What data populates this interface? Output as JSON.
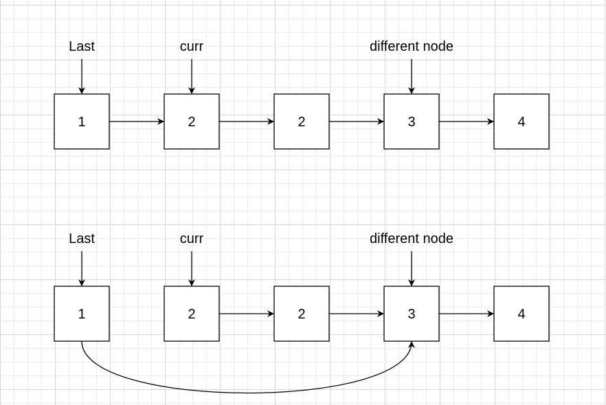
{
  "colors": {
    "background": "#ffffff",
    "grid_minor": "#ececec",
    "grid_major": "#d6d6d6",
    "stroke": "#000000"
  },
  "diagrams": [
    {
      "nodes": [
        "1",
        "2",
        "2",
        "3",
        "4"
      ],
      "pointers": [
        {
          "label": "Last",
          "target": 0
        },
        {
          "label": "curr",
          "target": 1
        },
        {
          "label": "different node",
          "target": 3
        }
      ],
      "links": [
        [
          0,
          1
        ],
        [
          1,
          2
        ],
        [
          2,
          3
        ],
        [
          3,
          4
        ]
      ],
      "curved_links": []
    },
    {
      "nodes": [
        "1",
        "2",
        "2",
        "3",
        "4"
      ],
      "pointers": [
        {
          "label": "Last",
          "target": 0
        },
        {
          "label": "curr",
          "target": 1
        },
        {
          "label": "different node",
          "target": 3
        }
      ],
      "links": [
        [
          1,
          2
        ],
        [
          2,
          3
        ],
        [
          3,
          4
        ]
      ],
      "curved_links": [
        [
          0,
          3
        ]
      ]
    }
  ]
}
